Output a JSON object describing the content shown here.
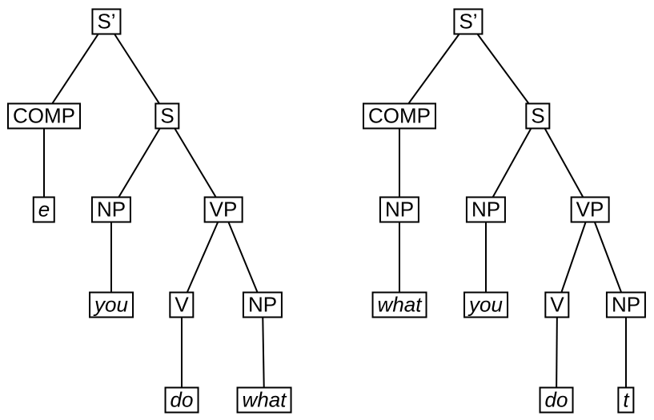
{
  "diagram": {
    "background_color": "#ffffff",
    "line_color": "#000000",
    "trees": [
      {
        "name": "left-tree",
        "nodes": {
          "s_bar": {
            "label": "S’"
          },
          "comp": {
            "label": "COMP"
          },
          "s": {
            "label": "S"
          },
          "e": {
            "label": "e"
          },
          "np_subject": {
            "label": "NP"
          },
          "vp": {
            "label": "VP"
          },
          "you": {
            "label": "you"
          },
          "v": {
            "label": "V"
          },
          "np_object": {
            "label": "NP"
          },
          "do": {
            "label": "do"
          },
          "what": {
            "label": "what"
          }
        },
        "edges": [
          [
            "S’",
            "COMP"
          ],
          [
            "S’",
            "S"
          ],
          [
            "COMP",
            "e"
          ],
          [
            "S",
            "NP"
          ],
          [
            "S",
            "VP"
          ],
          [
            "NP",
            "you"
          ],
          [
            "VP",
            "V"
          ],
          [
            "VP",
            "NP"
          ],
          [
            "V",
            "do"
          ],
          [
            "NP",
            "what"
          ]
        ]
      },
      {
        "name": "right-tree",
        "nodes": {
          "s_bar": {
            "label": "S’"
          },
          "comp": {
            "label": "COMP"
          },
          "s": {
            "label": "S"
          },
          "np_comp": {
            "label": "NP"
          },
          "what": {
            "label": "what"
          },
          "np_subject": {
            "label": "NP"
          },
          "you": {
            "label": "you"
          },
          "vp": {
            "label": "VP"
          },
          "v": {
            "label": "V"
          },
          "np_object": {
            "label": "NP"
          },
          "do": {
            "label": "do"
          },
          "t": {
            "label": "t"
          }
        },
        "edges": [
          [
            "S’",
            "COMP"
          ],
          [
            "S’",
            "S"
          ],
          [
            "COMP",
            "NP"
          ],
          [
            "NP",
            "what"
          ],
          [
            "S",
            "NP"
          ],
          [
            "S",
            "VP"
          ],
          [
            "NP",
            "you"
          ],
          [
            "VP",
            "V"
          ],
          [
            "VP",
            "NP"
          ],
          [
            "V",
            "do"
          ],
          [
            "NP",
            "t"
          ]
        ]
      }
    ]
  }
}
